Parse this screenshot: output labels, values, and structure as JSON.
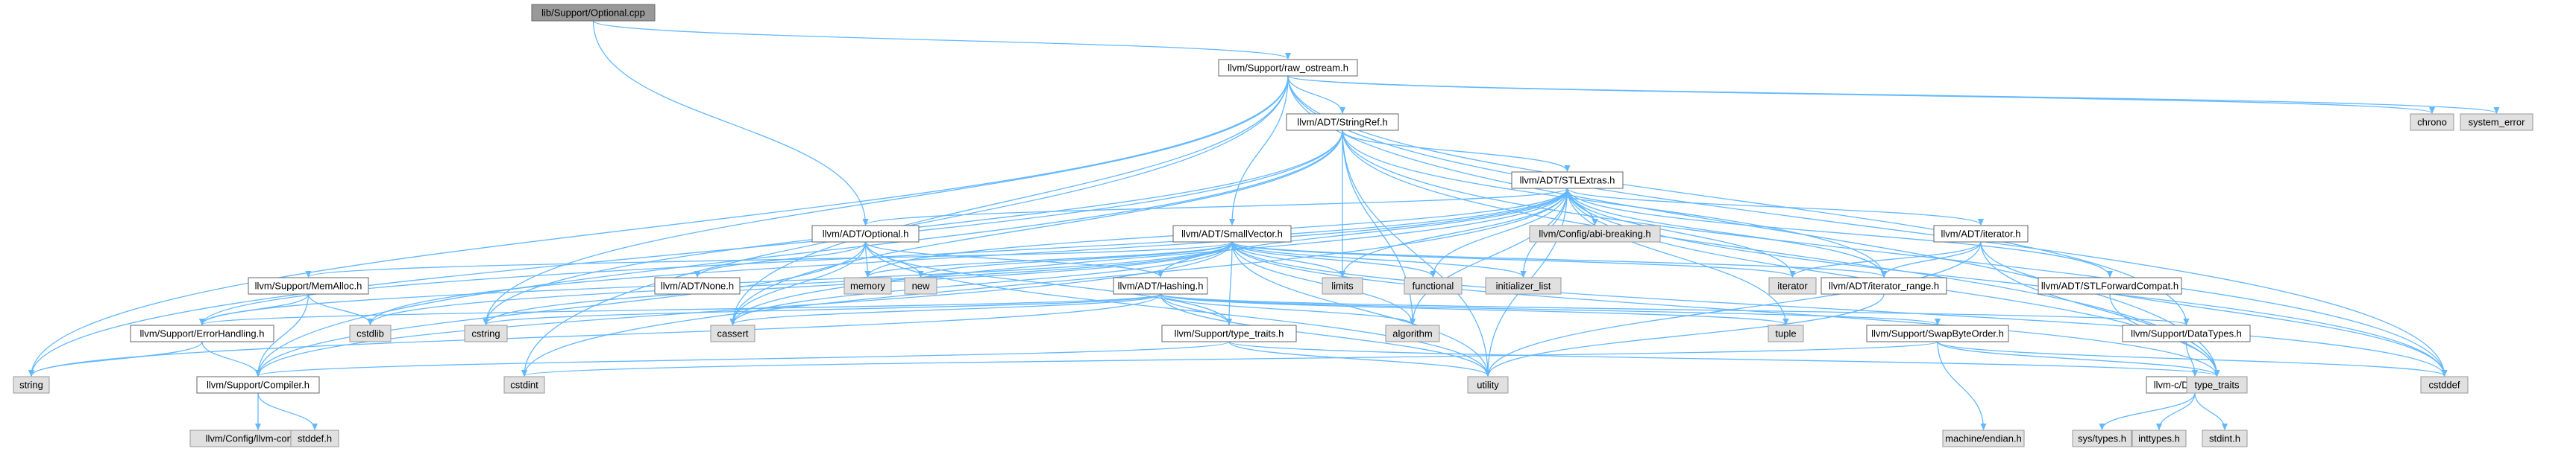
{
  "title": "lib/Support/Optional.cpp",
  "colors": {
    "edge": "#63b8ff",
    "root_fill": "#999999",
    "header_fill": "#ffffff",
    "system_fill": "#e0e0e0"
  },
  "nodes": [
    {
      "id": "root",
      "label": "lib/Support/Optional.cpp",
      "kind": "root"
    },
    {
      "id": "raw_ostream",
      "label": "llvm/Support/raw_ostream.h",
      "kind": "header"
    },
    {
      "id": "stringref",
      "label": "llvm/ADT/StringRef.h",
      "kind": "header"
    },
    {
      "id": "stlextras",
      "label": "llvm/ADT/STLExtras.h",
      "kind": "header"
    },
    {
      "id": "optional_h",
      "label": "llvm/ADT/Optional.h",
      "kind": "header"
    },
    {
      "id": "smallvector",
      "label": "llvm/ADT/SmallVector.h",
      "kind": "header"
    },
    {
      "id": "iterator_h",
      "label": "llvm/ADT/iterator.h",
      "kind": "header"
    },
    {
      "id": "memalloc",
      "label": "llvm/Support/MemAlloc.h",
      "kind": "header"
    },
    {
      "id": "none_h",
      "label": "llvm/ADT/None.h",
      "kind": "header"
    },
    {
      "id": "hashing",
      "label": "llvm/ADT/Hashing.h",
      "kind": "header"
    },
    {
      "id": "iterator_range",
      "label": "llvm/ADT/iterator_range.h",
      "kind": "header"
    },
    {
      "id": "stlforward",
      "label": "llvm/ADT/STLForwardCompat.h",
      "kind": "header"
    },
    {
      "id": "errorhandling",
      "label": "llvm/Support/ErrorHandling.h",
      "kind": "header"
    },
    {
      "id": "type_traits_h",
      "label": "llvm/Support/type_traits.h",
      "kind": "header"
    },
    {
      "id": "swapbyteorder",
      "label": "llvm/Support/SwapByteOrder.h",
      "kind": "header"
    },
    {
      "id": "datatypes",
      "label": "llvm/Support/DataTypes.h",
      "kind": "header"
    },
    {
      "id": "compiler",
      "label": "llvm/Support/Compiler.h",
      "kind": "header"
    },
    {
      "id": "c_datatypes",
      "label": "llvm-c/DataTypes.h",
      "kind": "header"
    },
    {
      "id": "abi_breaking",
      "label": "llvm/Config/abi-breaking.h",
      "kind": "system"
    },
    {
      "id": "llvm_config",
      "label": "llvm/Config/llvm-config.h",
      "kind": "system"
    },
    {
      "id": "chrono",
      "label": "chrono",
      "kind": "system"
    },
    {
      "id": "system_error",
      "label": "system_error",
      "kind": "system"
    },
    {
      "id": "memory",
      "label": "memory",
      "kind": "system"
    },
    {
      "id": "new",
      "label": "new",
      "kind": "system"
    },
    {
      "id": "limits",
      "label": "limits",
      "kind": "system"
    },
    {
      "id": "functional",
      "label": "functional",
      "kind": "system"
    },
    {
      "id": "initializer_list",
      "label": "initializer_list",
      "kind": "system"
    },
    {
      "id": "iterator",
      "label": "iterator",
      "kind": "system"
    },
    {
      "id": "cstdlib",
      "label": "cstdlib",
      "kind": "system"
    },
    {
      "id": "cstring",
      "label": "cstring",
      "kind": "system"
    },
    {
      "id": "cassert",
      "label": "cassert",
      "kind": "system"
    },
    {
      "id": "algorithm",
      "label": "algorithm",
      "kind": "system"
    },
    {
      "id": "tuple",
      "label": "tuple",
      "kind": "system"
    },
    {
      "id": "string",
      "label": "string",
      "kind": "system"
    },
    {
      "id": "cstdint",
      "label": "cstdint",
      "kind": "system"
    },
    {
      "id": "utility",
      "label": "utility",
      "kind": "system"
    },
    {
      "id": "type_traits",
      "label": "type_traits",
      "kind": "system"
    },
    {
      "id": "cstddef",
      "label": "cstddef",
      "kind": "system"
    },
    {
      "id": "machine_endian",
      "label": "machine/endian.h",
      "kind": "system"
    },
    {
      "id": "stddef_h",
      "label": "stddef.h",
      "kind": "system"
    },
    {
      "id": "sys_types",
      "label": "sys/types.h",
      "kind": "system"
    },
    {
      "id": "inttypes",
      "label": "inttypes.h",
      "kind": "system"
    },
    {
      "id": "stdint",
      "label": "stdint.h",
      "kind": "system"
    }
  ],
  "edges": [
    [
      "root",
      "raw_ostream"
    ],
    [
      "root",
      "optional_h"
    ],
    [
      "raw_ostream",
      "stringref"
    ],
    [
      "raw_ostream",
      "smallvector"
    ],
    [
      "raw_ostream",
      "chrono"
    ],
    [
      "raw_ostream",
      "system_error"
    ],
    [
      "raw_ostream",
      "cassert"
    ],
    [
      "raw_ostream",
      "cstddef"
    ],
    [
      "raw_ostream",
      "cstdint"
    ],
    [
      "raw_ostream",
      "cstring"
    ],
    [
      "raw_ostream",
      "string"
    ],
    [
      "raw_ostream",
      "type_traits"
    ],
    [
      "raw_ostream",
      "datatypes"
    ],
    [
      "stringref",
      "stlextras"
    ],
    [
      "stringref",
      "iterator_range"
    ],
    [
      "stringref",
      "compiler"
    ],
    [
      "stringref",
      "algorithm"
    ],
    [
      "stringref",
      "cassert"
    ],
    [
      "stringref",
      "cstddef"
    ],
    [
      "stringref",
      "cstring"
    ],
    [
      "stringref",
      "limits"
    ],
    [
      "stringref",
      "string"
    ],
    [
      "stringref",
      "type_traits"
    ],
    [
      "stringref",
      "utility"
    ],
    [
      "stlextras",
      "optional_h"
    ],
    [
      "stlextras",
      "hashing"
    ],
    [
      "stlextras",
      "stlforward"
    ],
    [
      "stlextras",
      "iterator_h"
    ],
    [
      "stlextras",
      "iterator_range"
    ],
    [
      "stlextras",
      "errorhandling"
    ],
    [
      "stlextras",
      "abi_breaking"
    ],
    [
      "stlextras",
      "algorithm"
    ],
    [
      "stlextras",
      "cassert"
    ],
    [
      "stlextras",
      "cstddef"
    ],
    [
      "stlextras",
      "cstdint"
    ],
    [
      "stlextras",
      "cstdlib"
    ],
    [
      "stlextras",
      "functional"
    ],
    [
      "stlextras",
      "initializer_list"
    ],
    [
      "stlextras",
      "iterator"
    ],
    [
      "stlextras",
      "limits"
    ],
    [
      "stlextras",
      "memory"
    ],
    [
      "stlextras",
      "tuple"
    ],
    [
      "stlextras",
      "type_traits"
    ],
    [
      "stlextras",
      "utility"
    ],
    [
      "optional_h",
      "none_h"
    ],
    [
      "optional_h",
      "hashing"
    ],
    [
      "optional_h",
      "compiler"
    ],
    [
      "optional_h",
      "type_traits_h"
    ],
    [
      "optional_h",
      "cassert"
    ],
    [
      "optional_h",
      "memory"
    ],
    [
      "optional_h",
      "new"
    ],
    [
      "optional_h",
      "utility"
    ],
    [
      "smallvector",
      "compiler"
    ],
    [
      "smallvector",
      "type_traits_h"
    ],
    [
      "smallvector",
      "algorithm"
    ],
    [
      "smallvector",
      "cassert"
    ],
    [
      "smallvector",
      "cstddef"
    ],
    [
      "smallvector",
      "cstdlib"
    ],
    [
      "smallvector",
      "cstring"
    ],
    [
      "smallvector",
      "functional"
    ],
    [
      "smallvector",
      "initializer_list"
    ],
    [
      "smallvector",
      "iterator"
    ],
    [
      "smallvector",
      "limits"
    ],
    [
      "smallvector",
      "memory"
    ],
    [
      "smallvector",
      "new"
    ],
    [
      "smallvector",
      "type_traits"
    ],
    [
      "smallvector",
      "utility"
    ],
    [
      "smallvector",
      "iterator_range"
    ],
    [
      "smallvector",
      "memalloc"
    ],
    [
      "smallvector",
      "errorhandling"
    ],
    [
      "hashing",
      "errorhandling"
    ],
    [
      "hashing",
      "swapbyteorder"
    ],
    [
      "hashing",
      "type_traits_h"
    ],
    [
      "hashing",
      "algorithm"
    ],
    [
      "hashing",
      "cassert"
    ],
    [
      "hashing",
      "cstring"
    ],
    [
      "hashing",
      "string"
    ],
    [
      "hashing",
      "tuple"
    ],
    [
      "hashing",
      "utility"
    ],
    [
      "hashing",
      "datatypes"
    ],
    [
      "iterator_h",
      "iterator_range"
    ],
    [
      "iterator_h",
      "cstddef"
    ],
    [
      "iterator_h",
      "iterator"
    ],
    [
      "iterator_h",
      "type_traits"
    ],
    [
      "iterator_h",
      "utility"
    ],
    [
      "iterator_range",
      "utility"
    ],
    [
      "stlforward",
      "type_traits"
    ],
    [
      "memalloc",
      "compiler"
    ],
    [
      "memalloc",
      "errorhandling"
    ],
    [
      "memalloc",
      "cstdlib"
    ],
    [
      "errorhandling",
      "compiler"
    ],
    [
      "errorhandling",
      "string"
    ],
    [
      "type_traits_h",
      "compiler"
    ],
    [
      "type_traits_h",
      "type_traits"
    ],
    [
      "type_traits_h",
      "utility"
    ],
    [
      "swapbyteorder",
      "cstddef"
    ],
    [
      "swapbyteorder",
      "cstdint"
    ],
    [
      "swapbyteorder",
      "type_traits"
    ],
    [
      "swapbyteorder",
      "machine_endian"
    ],
    [
      "datatypes",
      "c_datatypes"
    ],
    [
      "c_datatypes",
      "sys_types"
    ],
    [
      "c_datatypes",
      "inttypes"
    ],
    [
      "c_datatypes",
      "stdint"
    ],
    [
      "compiler",
      "llvm_config"
    ],
    [
      "compiler",
      "stddef_h"
    ]
  ]
}
